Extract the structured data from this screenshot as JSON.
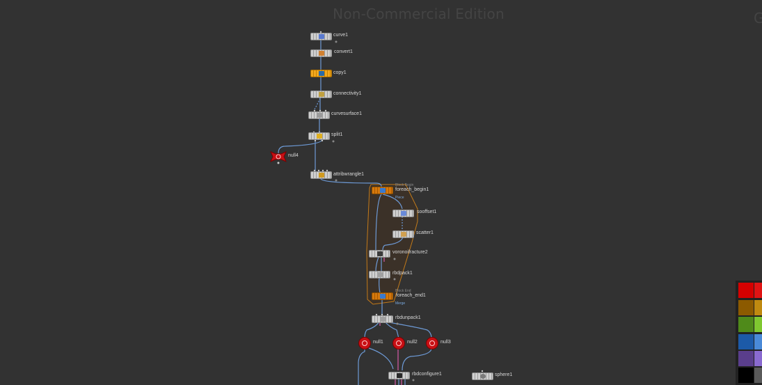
{
  "watermark": "Non-Commercial Edition",
  "corner_glyph": "G",
  "nodes": {
    "curve1": {
      "label": "curve1"
    },
    "convert1": {
      "label": "convert1"
    },
    "copy1": {
      "label": "copy1"
    },
    "connectivity1": {
      "label": "connectivity1"
    },
    "curvesurface1": {
      "label": "curvesurface1"
    },
    "split1": {
      "label": "split1"
    },
    "null4": {
      "label": "null4"
    },
    "attribwrangle1": {
      "label": "attribwrangle1"
    },
    "foreach_begin1": {
      "label": "foreach_begin1",
      "sub": "Block Begin",
      "mode": "Piece"
    },
    "sooffset1": {
      "label": "sooffset1"
    },
    "scatter1": {
      "label": "scatter1"
    },
    "voronoifracture2": {
      "label": "voronoifracture2"
    },
    "rbdpack1": {
      "label": "rbdpack1"
    },
    "foreach_end1": {
      "label": "foreach_end1",
      "sub": "Block End",
      "mode": "Merge"
    },
    "rbdunpack1": {
      "label": "rbdunpack1"
    },
    "null1": {
      "label": "null1"
    },
    "null2": {
      "label": "null2"
    },
    "null3": {
      "label": "null3"
    },
    "rbdconfigure1": {
      "label": "rbdconfigure1"
    },
    "sphere1": {
      "label": "sphere1"
    }
  },
  "colors": {
    "background": "#323232",
    "wire": "#6d9ad6",
    "wire_pink": "#d65aa8",
    "block": "#c27a1a",
    "null_red": "#c80f14"
  },
  "palette": [
    "#d40000",
    "#e01414",
    "#8c5a00",
    "#c08a10",
    "#4f8a1a",
    "#7fc830",
    "#1c5aa8",
    "#4a8ad8",
    "#5a3e8c",
    "#8a6ad0",
    "#000000",
    "#5a5a5a"
  ]
}
